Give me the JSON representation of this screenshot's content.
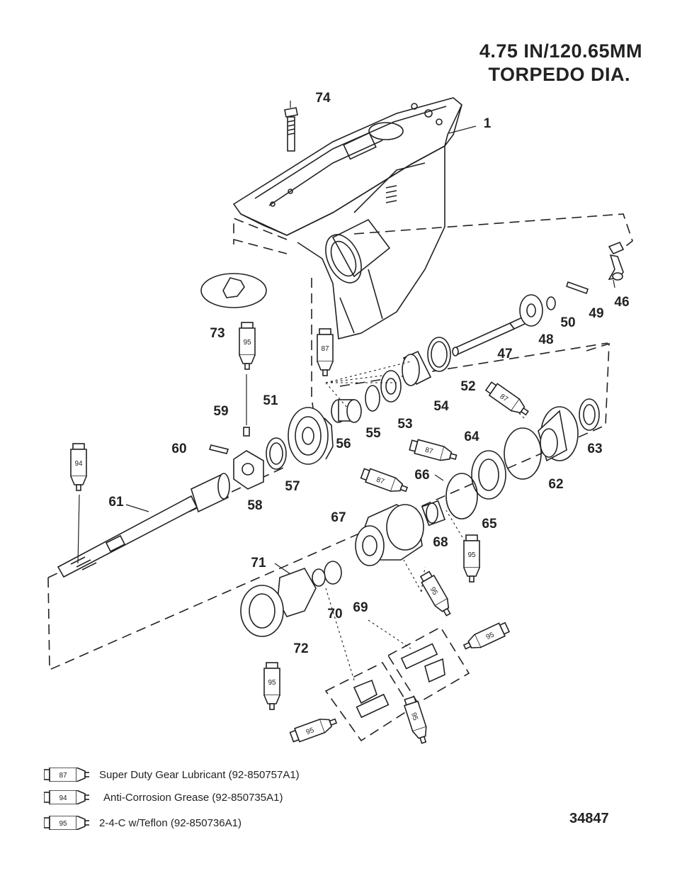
{
  "header": {
    "line1": "4.75 IN/120.65MM",
    "line2": "TORPEDO DIA."
  },
  "callouts": [
    {
      "id": "c74",
      "label": "74"
    },
    {
      "id": "c1",
      "label": "1"
    },
    {
      "id": "c46",
      "label": "46"
    },
    {
      "id": "c49",
      "label": "49"
    },
    {
      "id": "c50",
      "label": "50"
    },
    {
      "id": "c48",
      "label": "48"
    },
    {
      "id": "c47",
      "label": "47"
    },
    {
      "id": "c73",
      "label": "73"
    },
    {
      "id": "c52",
      "label": "52"
    },
    {
      "id": "c54",
      "label": "54"
    },
    {
      "id": "c53",
      "label": "53"
    },
    {
      "id": "c55",
      "label": "55"
    },
    {
      "id": "c56",
      "label": "56"
    },
    {
      "id": "c51",
      "label": "51"
    },
    {
      "id": "c59",
      "label": "59"
    },
    {
      "id": "c60",
      "label": "60"
    },
    {
      "id": "c57",
      "label": "57"
    },
    {
      "id": "c58",
      "label": "58"
    },
    {
      "id": "c61",
      "label": "61"
    },
    {
      "id": "c64",
      "label": "64"
    },
    {
      "id": "c63",
      "label": "63"
    },
    {
      "id": "c62",
      "label": "62"
    },
    {
      "id": "c66",
      "label": "66"
    },
    {
      "id": "c65",
      "label": "65"
    },
    {
      "id": "c67",
      "label": "67"
    },
    {
      "id": "c68",
      "label": "68"
    },
    {
      "id": "c71",
      "label": "71"
    },
    {
      "id": "c69",
      "label": "69"
    },
    {
      "id": "c70",
      "label": "70"
    },
    {
      "id": "c72",
      "label": "72"
    }
  ],
  "tube_labels": {
    "t87": "87",
    "t94": "94",
    "t95": "95"
  },
  "legend": [
    {
      "code": "87",
      "text": "Super Duty Gear Lubricant (92-850757A1)"
    },
    {
      "code": "94",
      "text": "Anti-Corrosion Grease (92-850735A1)"
    },
    {
      "code": "95",
      "text": "2-4-C w/Teflon (92-850736A1)"
    }
  ],
  "reference_number": "34847"
}
